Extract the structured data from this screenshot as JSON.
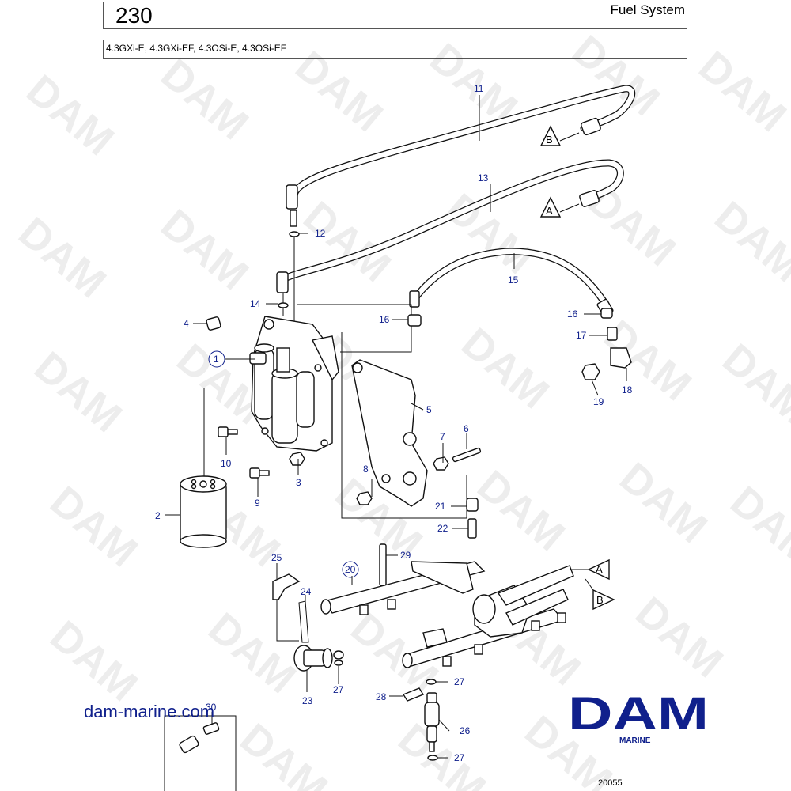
{
  "header": {
    "page_number": "230",
    "title": "Fuel System",
    "models": "4.3GXi-E, 4.3GXi-EF, 4.3OSi-E, 4.3OSi-EF"
  },
  "watermark": "DAM",
  "part_labels": [
    "1",
    "2",
    "3",
    "4",
    "5",
    "6",
    "7",
    "8",
    "9",
    "10",
    "11",
    "12",
    "13",
    "14",
    "15",
    "16",
    "16",
    "17",
    "18",
    "19",
    "20",
    "21",
    "22",
    "23",
    "24",
    "25",
    "26",
    "27",
    "27",
    "27",
    "28",
    "29",
    "30"
  ],
  "connection_refs": [
    "A",
    "B",
    "A",
    "B"
  ],
  "footer": {
    "website": "dam-marine.com",
    "logo_text": "DAM",
    "logo_subtext": "MARINE",
    "figure_ref": "20055"
  },
  "colors": {
    "label": "#10208c",
    "logo": "#10208c",
    "line": "#111111"
  }
}
